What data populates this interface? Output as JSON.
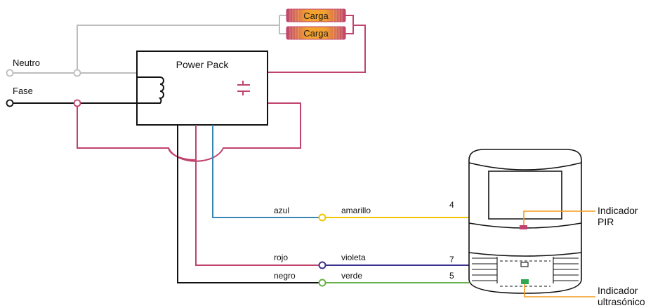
{
  "inputs": {
    "neutral": "Neutro",
    "phase": "Fase"
  },
  "loads": [
    "Carga",
    "Carga"
  ],
  "power_pack": {
    "label": "Power Pack"
  },
  "wires": [
    {
      "left": "azul",
      "right": "amarillo",
      "terminal": "4"
    },
    {
      "left": "rojo",
      "right": "violeta",
      "terminal": "7"
    },
    {
      "left": "negro",
      "right": "verde",
      "terminal": "5"
    }
  ],
  "indicators": {
    "pir": [
      "Indicador",
      "PIR"
    ],
    "ultrasonic": [
      "Indicador",
      "ultrasónico"
    ]
  },
  "colors": {
    "neutral": "#bdbdbd",
    "phase": "#111111",
    "switched": "#c0436b",
    "blue": "#3a86b4",
    "yellow": "#f5c400",
    "violet": "#3c3291",
    "green": "#6ab04c",
    "orange": "#f39a1e",
    "pir_led": "#c0436b",
    "us_led": "#2fa84f"
  }
}
